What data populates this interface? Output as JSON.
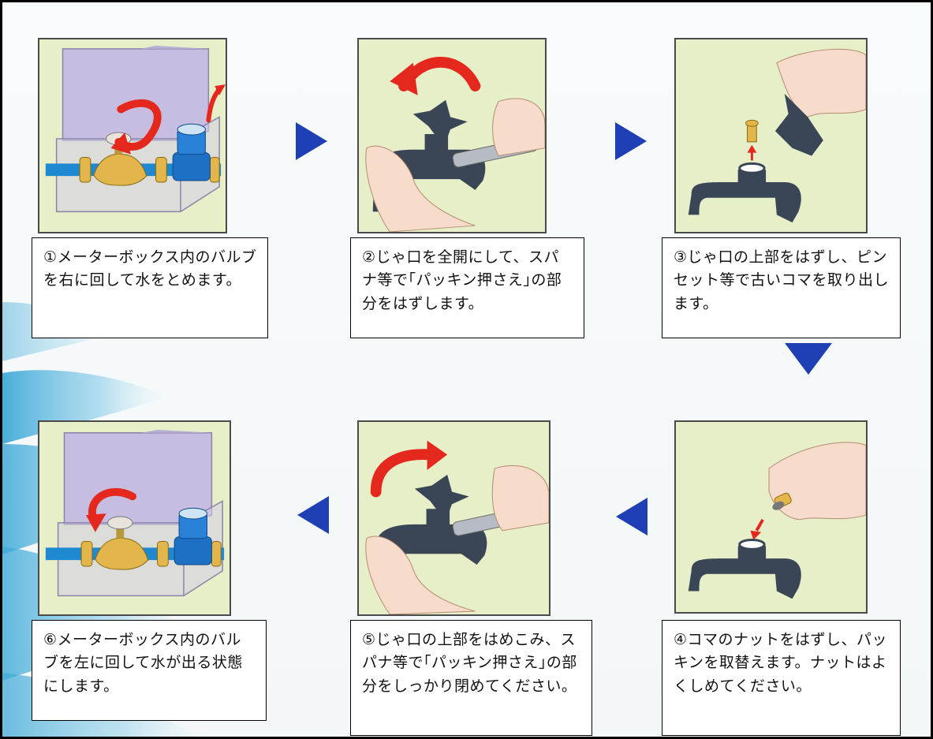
{
  "colors": {
    "panel_bg": "#e7efc8",
    "arrow_blue": "#1f3fb4",
    "red_arrow": "#e4281e",
    "box_purple": "#c8c1e0",
    "pipe_blue": "#1e88d0",
    "brass": "#e2b64a",
    "faucet": "#3a4656",
    "skin": "#f7dccb"
  },
  "steps": [
    {
      "caption": "①メーターボックス内のバルブを右に回して水をとめます。",
      "icon": "meter-box-valve-turn-right"
    },
    {
      "caption": "②じゃ口を全開にして、スパナ等で｢パッキン押さえ｣の部分をはずします。",
      "icon": "faucet-wrench-loosen"
    },
    {
      "caption": "③じゃ口の上部をはずし、ピンセット等で古いコマを取り出します。",
      "icon": "faucet-remove-washer"
    },
    {
      "caption": "④コマのナットをはずし、パッキンを取替えます。ナットはよくしめてください。",
      "icon": "replace-packing"
    },
    {
      "caption": "⑤じゃ口の上部をはめこみ、スパナ等で｢パッキン押さえ｣の部分をしっかり閉めてください。",
      "icon": "faucet-wrench-tighten"
    },
    {
      "caption": "⑥メーターボックス内のバルブを左に回して水が出る状態にします。",
      "icon": "meter-box-valve-turn-left"
    }
  ],
  "flow_arrows": [
    "right",
    "right",
    "down",
    "left",
    "left"
  ]
}
